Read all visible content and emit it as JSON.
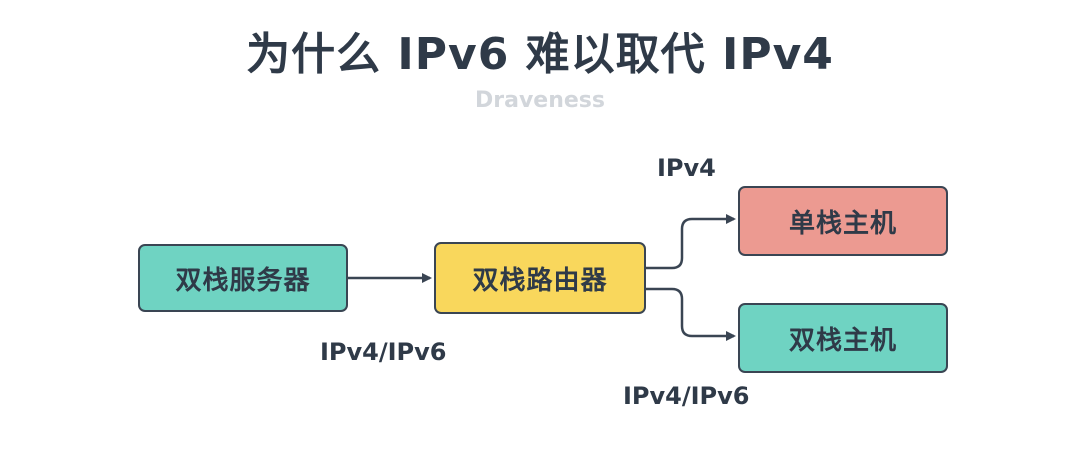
{
  "title": "为什么 IPv6 难以取代 IPv4",
  "subtitle": "Draveness",
  "nodes": {
    "server": "双栈服务器",
    "router": "双栈路由器",
    "single_host": "单栈主机",
    "dual_host": "双栈主机"
  },
  "edge_labels": {
    "router_to_single": "IPv4",
    "server_to_router": "IPv4/IPv6",
    "router_to_dual": "IPv4/IPv6"
  },
  "colors": {
    "server": "#6fd3c2",
    "router": "#f9d75c",
    "single_host": "#ec9a91",
    "dual_host": "#6fd3c2",
    "stroke": "#3a4553",
    "title": "#2f3a48",
    "subtitle": "#d2d6db"
  }
}
